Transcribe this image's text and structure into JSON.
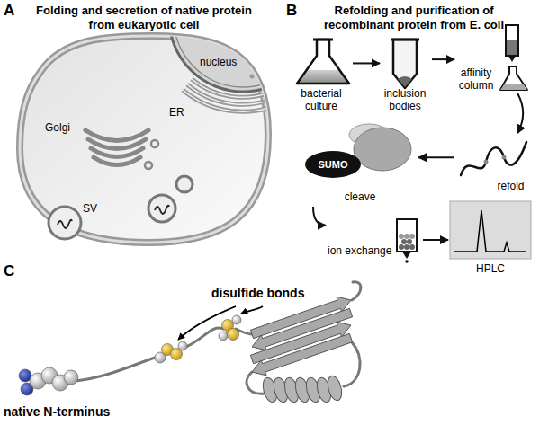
{
  "diagram": {
    "nodes": [
      {
        "text": [
          "bacterial culture"
        ]
      },
      {
        "text": [
          "inclusion bodies"
        ]
      },
      {
        "text": [
          "affinity column"
        ]
      },
      {
        "text": [
          "refold"
        ]
      },
      {
        "text": [
          "SUMO",
          "cleave"
        ]
      },
      {
        "text": [
          "ion exchange"
        ]
      },
      {
        "text": [
          "HPLC"
        ]
      }
    ],
    "edges": [
      {
        "from": 0,
        "to": 1,
        "arrow": "to"
      },
      {
        "from": 1,
        "to": 2,
        "arrow": "to"
      },
      {
        "from": 2,
        "to": 3,
        "arrow": "to"
      },
      {
        "from": 3,
        "to": 4,
        "arrow": "to"
      },
      {
        "from": 4,
        "to": 5,
        "arrow": "to"
      },
      {
        "from": 5,
        "to": 6,
        "arrow": "to"
      }
    ],
    "labels": [
      "A",
      "Folding and secretion of native protein from eukaryotic cell",
      "nucleus",
      "ER",
      "Golgi",
      "SV",
      "B",
      "Refolding and purification of recombinant protein from E. coli",
      "C",
      "disulfide bonds",
      "native N-terminus"
    ]
  }
}
